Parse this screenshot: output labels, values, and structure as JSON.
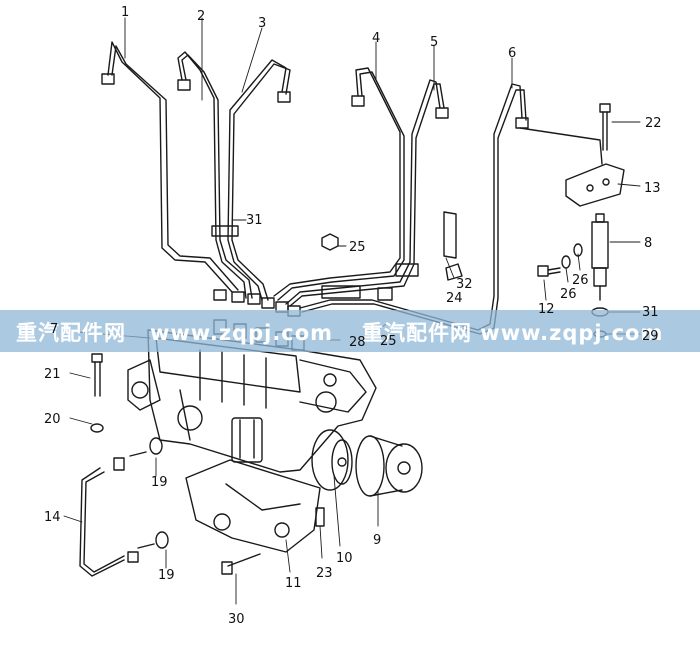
{
  "diagram": {
    "callouts": [
      {
        "id": "c1",
        "text": "1"
      },
      {
        "id": "c2",
        "text": "2"
      },
      {
        "id": "c3",
        "text": "3"
      },
      {
        "id": "c4",
        "text": "4"
      },
      {
        "id": "c5",
        "text": "5"
      },
      {
        "id": "c6",
        "text": "6"
      },
      {
        "id": "c7",
        "text": "7"
      },
      {
        "id": "c8",
        "text": "8"
      },
      {
        "id": "c9",
        "text": "9"
      },
      {
        "id": "c10",
        "text": "10"
      },
      {
        "id": "c11",
        "text": "11"
      },
      {
        "id": "c12",
        "text": "12"
      },
      {
        "id": "c13",
        "text": "13"
      },
      {
        "id": "c14",
        "text": "14"
      },
      {
        "id": "c19a",
        "text": "19"
      },
      {
        "id": "c19b",
        "text": "19"
      },
      {
        "id": "c20",
        "text": "20"
      },
      {
        "id": "c21",
        "text": "21"
      },
      {
        "id": "c22",
        "text": "22"
      },
      {
        "id": "c23",
        "text": "23"
      },
      {
        "id": "c24",
        "text": "24"
      },
      {
        "id": "c25a",
        "text": "25"
      },
      {
        "id": "c25b",
        "text": "25"
      },
      {
        "id": "c26a",
        "text": "26"
      },
      {
        "id": "c26b",
        "text": "26"
      },
      {
        "id": "c28",
        "text": "28"
      },
      {
        "id": "c29",
        "text": "29"
      },
      {
        "id": "c30",
        "text": "30"
      },
      {
        "id": "c31a",
        "text": "31"
      },
      {
        "id": "c31b",
        "text": "31"
      },
      {
        "id": "c32",
        "text": "32"
      }
    ],
    "watermark": {
      "left": "重汽配件网",
      "middle": "www.zqpj.com",
      "right": "重汽配件网  www.zqpj.com"
    },
    "colors": {
      "line": "#1a1a1a",
      "watermark_band": "#8fb8d8",
      "watermark_text": "#ffffff"
    }
  }
}
